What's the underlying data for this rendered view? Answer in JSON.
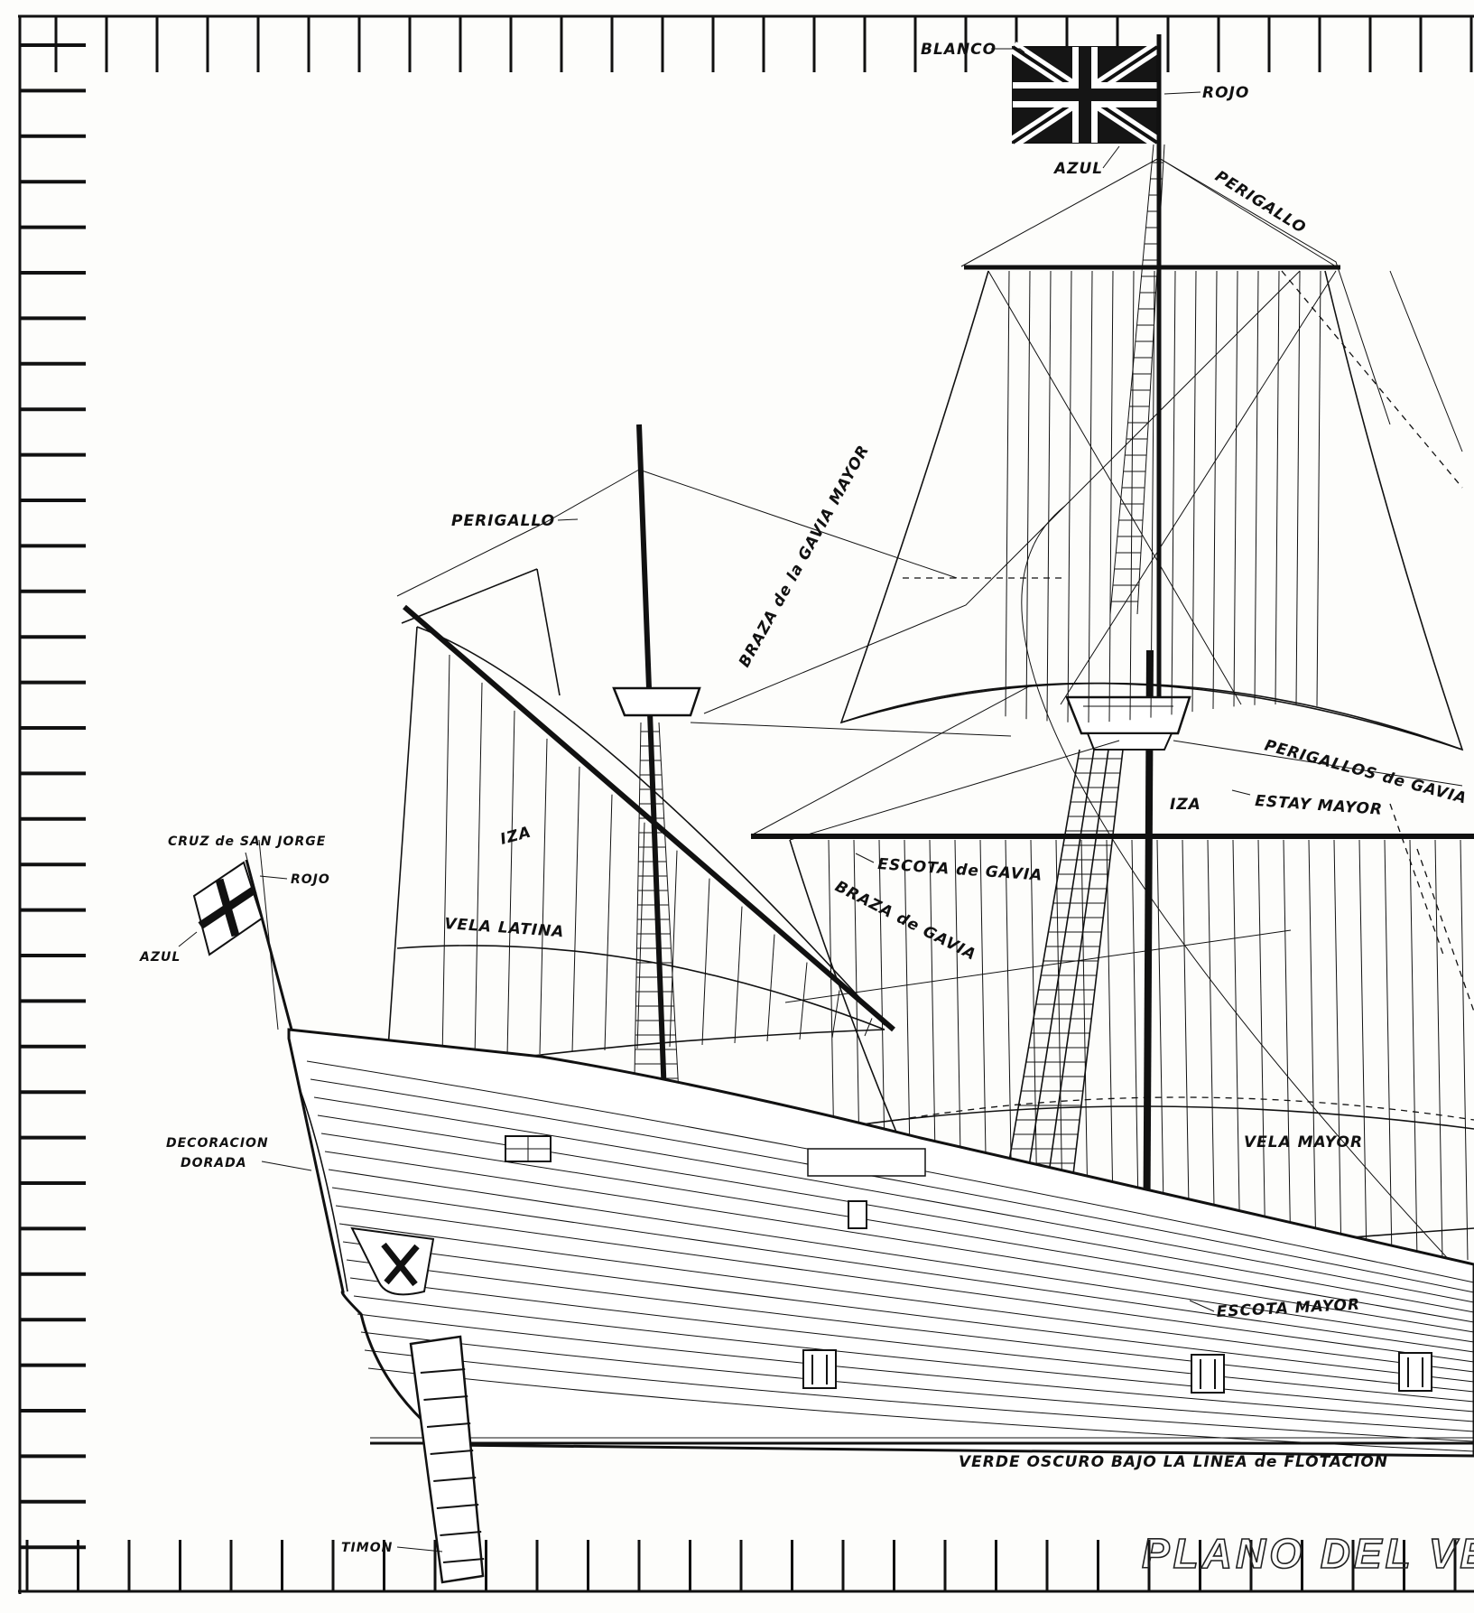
{
  "labels": {
    "blanco": "BLANCO",
    "rojo_top": "ROJO",
    "azul_top": "AZUL",
    "perigallo_top": "PERIGALLO",
    "perigallo_left": "PERIGALLO",
    "braza_gavia_mayor": "BRAZA de la GAVIA MAYOR",
    "perigallos_gavia": "PERIGALLOS de GAVIA",
    "iza_right": "IZA",
    "estay_mayor": "ESTAY MAYOR",
    "iza_left": "IZA",
    "escota_gavia": "ESCOTA de GAVIA",
    "braza_gavia": "BRAZA de GAVIA",
    "cruz_san_jorge": "CRUZ de SAN JORGE",
    "rojo_stern": "ROJO",
    "azul_stern": "AZUL",
    "vela_latina": "VELA LATINA",
    "decoracion": "DECORACION",
    "dorada": "DORADA",
    "vela_mayor": "VELA MAYOR",
    "escota_mayor": "ESCOTA MAYOR",
    "verde_oscuro": "VERDE OSCURO BAJO LA LINEA de FLOTACION",
    "timon": "TIMON",
    "plano_title": "PLANO DEL VELAME"
  }
}
